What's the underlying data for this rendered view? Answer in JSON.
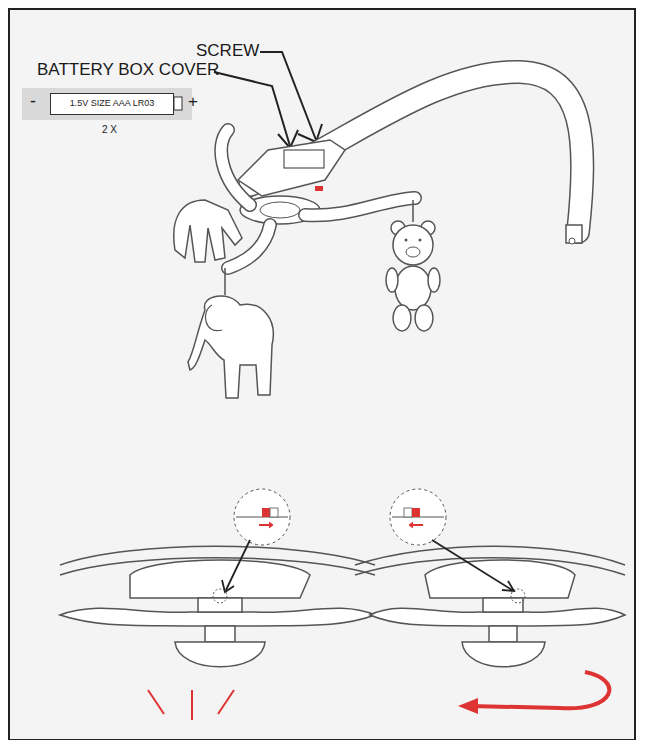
{
  "diagram": {
    "nodes": [
      {
        "text": [
          "1.5V SIZE AAA LR03"
        ]
      }
    ],
    "labels": [
      "SCREW",
      "BATTERY BOX COVER",
      "-",
      "+",
      "2 X"
    ]
  }
}
